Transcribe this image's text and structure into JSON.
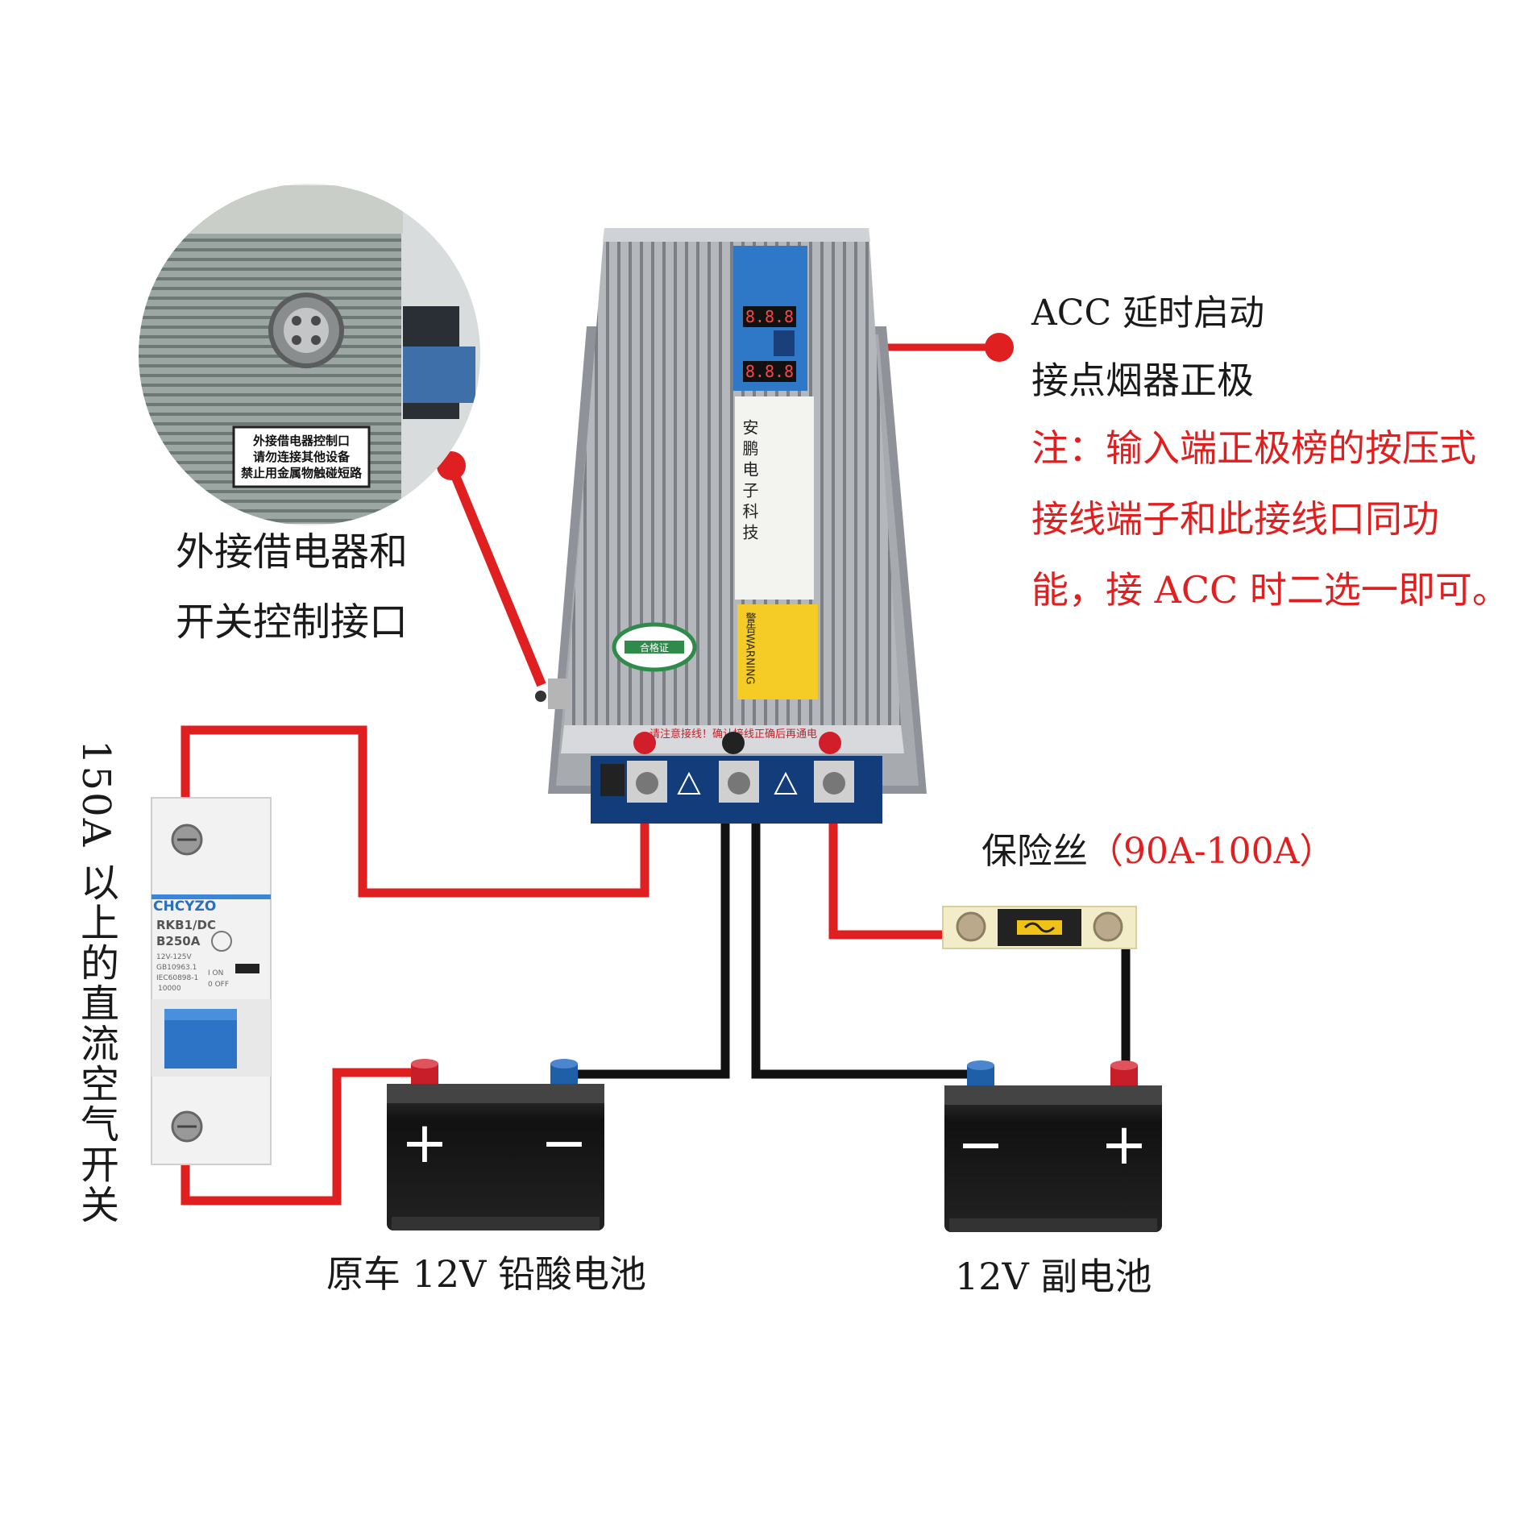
{
  "labels": {
    "interface_line1": "外接借电器和",
    "interface_line2": "开关控制接口",
    "acc_line1": "ACC 延时启动",
    "acc_line2": "接点烟器正极",
    "note_line1": "注：输入端正极榜的按压式",
    "note_line2": "接线端子和此接线口同功",
    "note_line3": "能，接 ACC 时二选一即可。",
    "fuse_prefix": "保险丝",
    "fuse_spec": "（90A-100A）",
    "breaker_vertical": "150A 以上的直流空气开关",
    "battery_left": "原车 12V 铅酸电池",
    "battery_right": "12V 副电池"
  },
  "inset": {
    "sticker_line1": "外接借电器控制口",
    "sticker_line2": "请勿连接其他设备",
    "sticker_line3": "禁止用金属物触碰短路"
  },
  "breaker": {
    "brand": "CHCYZO",
    "model": "RKB1/DC",
    "rating": "B250A",
    "voltage": "12V-125V",
    "std1": "GB10963.1",
    "std2": "IEC60898-1",
    "capacity": "10000",
    "on": "I ON",
    "off": "0 OFF"
  },
  "device": {
    "brand": "安鹏电子科技",
    "warning": "警告WARNING",
    "cert": "合格证",
    "front_banner": "请注意接线！确认接线正确后再通电"
  },
  "battery_symbols": {
    "plus": "+",
    "minus": "−"
  },
  "colors": {
    "wire_red": "#e02020",
    "wire_black": "#111111",
    "battery_body": "#1c1c1c",
    "terminal_red": "#c81e2a",
    "terminal_blue": "#1f5fa8",
    "device_body": "#a9adb2",
    "blue_panel": "#2f78c8"
  }
}
